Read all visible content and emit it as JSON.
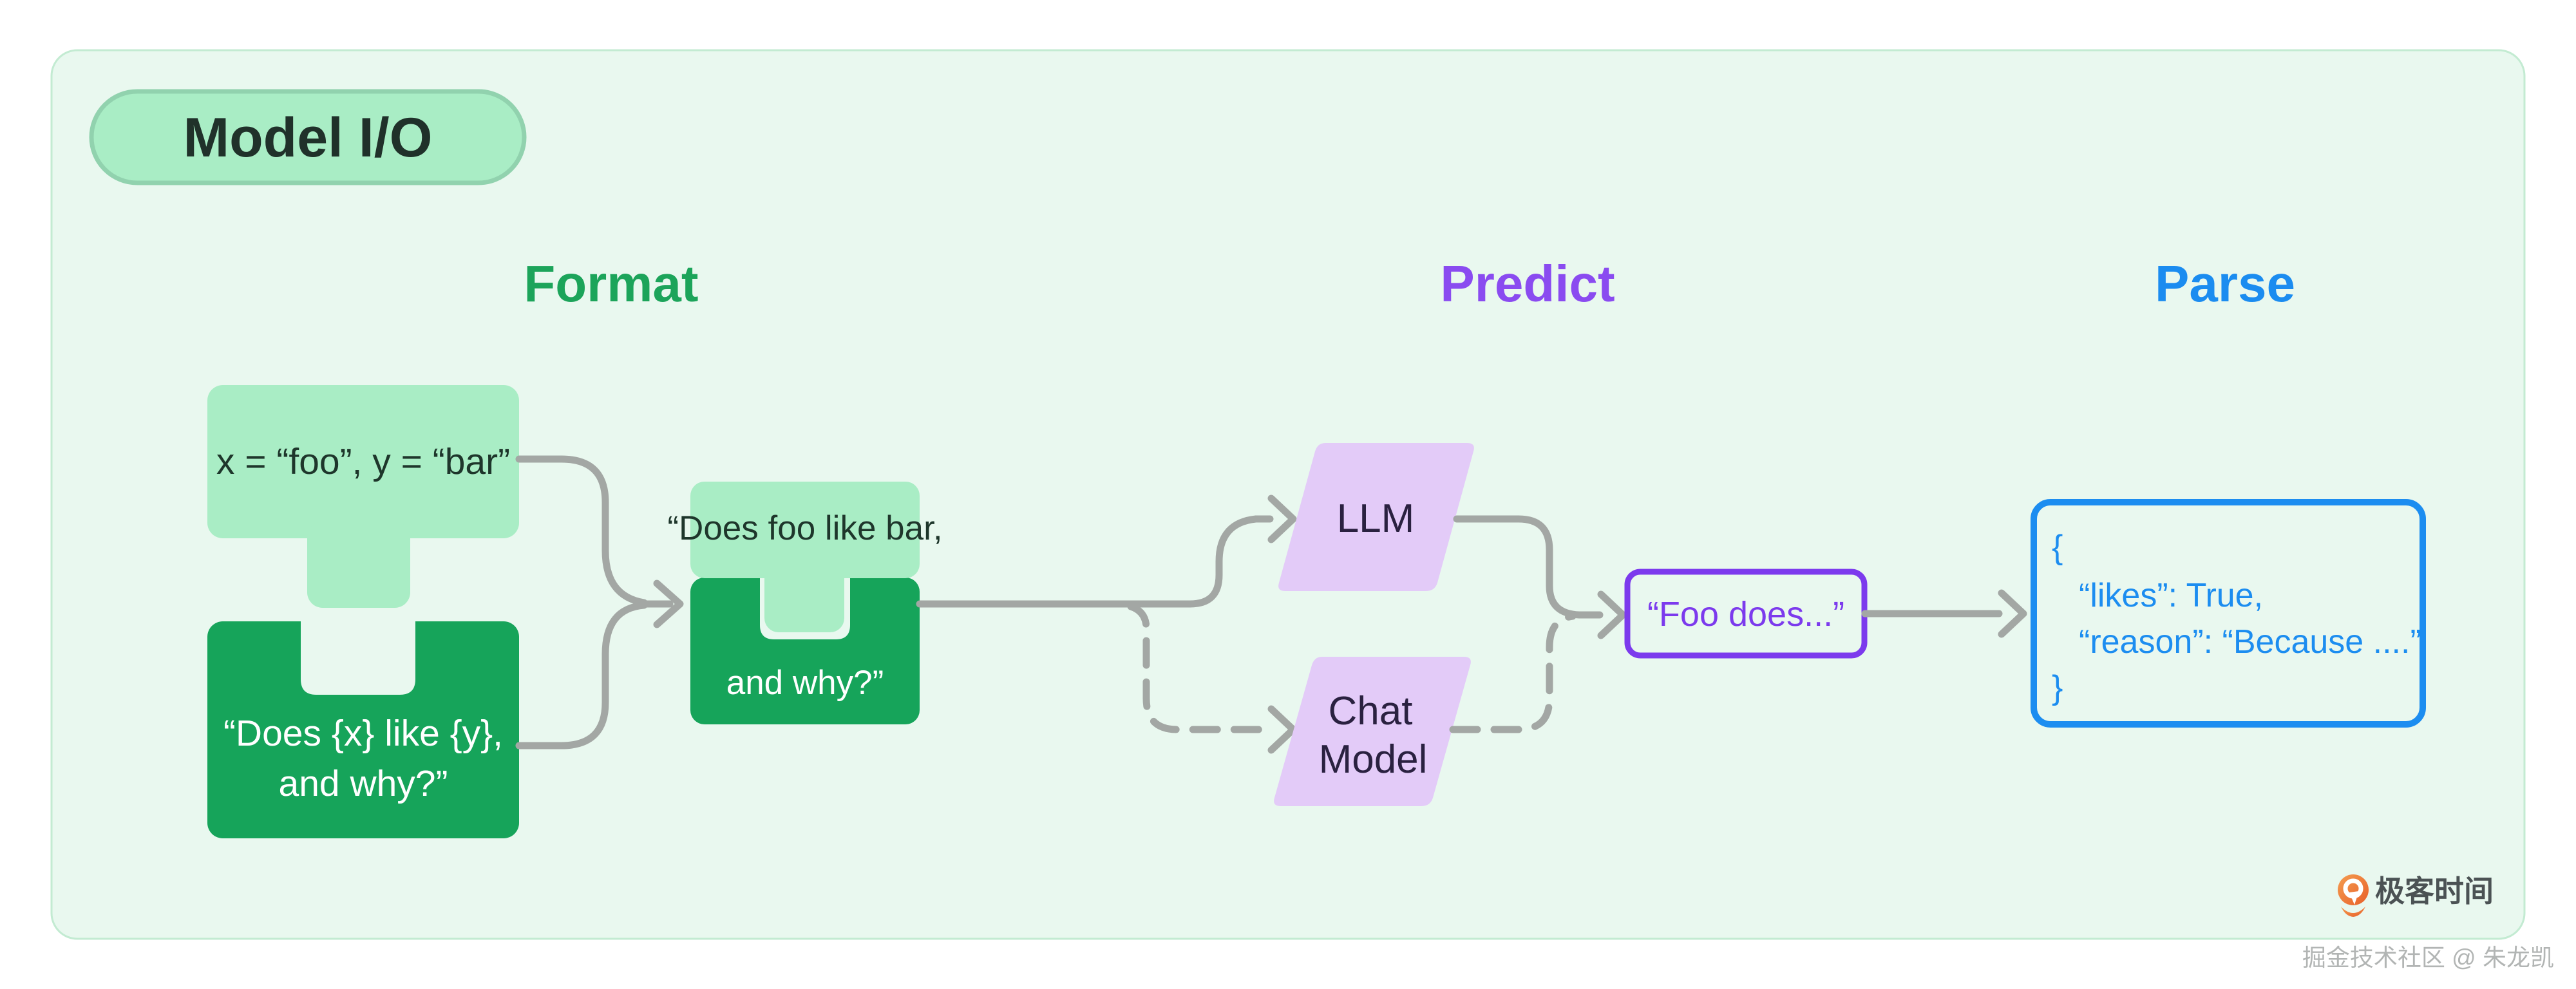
{
  "badge": {
    "label": "Model I/O"
  },
  "headers": {
    "format": "Format",
    "predict": "Predict",
    "parse": "Parse"
  },
  "format_section": {
    "variables_piece": {
      "text": "x = “foo”, y = “bar”"
    },
    "template_piece": {
      "line1": "“Does {x} like {y},",
      "line2": "and why?”"
    },
    "combined_piece": {
      "line1": "“Does foo like bar,",
      "line2": "and why?”"
    }
  },
  "predict_section": {
    "llm": {
      "label": "LLM"
    },
    "chat_model": {
      "line1": "Chat",
      "line2": "Model"
    },
    "output": {
      "text": "“Foo does...”"
    }
  },
  "parse_section": {
    "json_lines": {
      "open": "{",
      "likes": "“likes”: True,",
      "reason": "“reason”: “Because ....”",
      "close": "}"
    }
  },
  "branding": {
    "logo_text": "极客时间"
  },
  "page": {
    "watermark": "掘金技术社区 @ 朱龙凯"
  },
  "colors": {
    "panel_bg": "#e9f8ef",
    "panel_border": "#c3ebd2",
    "light_green": "#a9edc5",
    "dark_green": "#16a45a",
    "header_green": "#1ca45a",
    "header_purple": "#8a4bf0",
    "header_blue": "#1b8cf0",
    "light_purple": "#e3cbf8",
    "violet_border": "#7c3aed",
    "blue_border": "#1c8df0",
    "connector_gray": "#a3a7a4",
    "logo_orange": "#e8602a"
  }
}
